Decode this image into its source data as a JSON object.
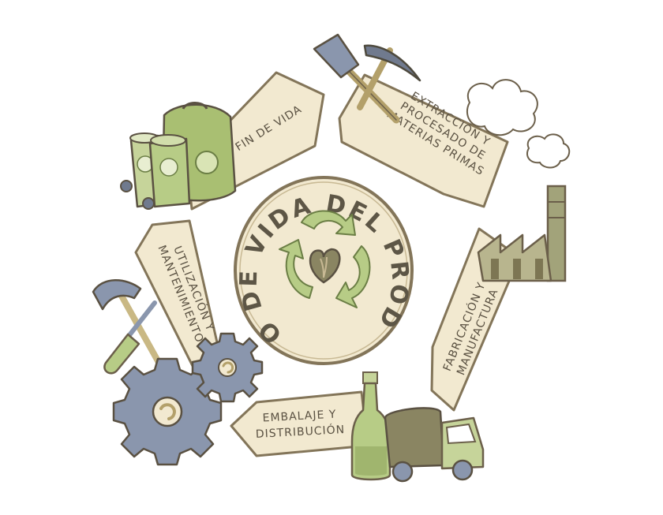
{
  "center": {
    "title": "CICLO DE VIDA DEL PRODUCTO"
  },
  "stages": [
    {
      "id": "extraction",
      "lines": [
        "EXTRACCIÓN Y",
        "PROCESADO DE",
        "MATERIAS PRIMAS"
      ]
    },
    {
      "id": "manufacturing",
      "lines": [
        "FABRICACIÓN Y",
        "MANUFACTURA"
      ]
    },
    {
      "id": "distribution",
      "lines": [
        "EMBALAJE Y",
        "DISTRIBUCIÓN"
      ]
    },
    {
      "id": "usage",
      "lines": [
        "UTILIZACIÓN Y",
        "MANTENIMIENTO"
      ]
    },
    {
      "id": "end-of-life",
      "lines": [
        "FIN DE VIDA"
      ]
    }
  ],
  "colors": {
    "parchment": "#f2e9d0",
    "outline": "#837559",
    "green": "#a9bf72",
    "dark_green": "#7e9a4b",
    "gear_blue": "#8a96ad",
    "khaki": "#a2a37a"
  }
}
